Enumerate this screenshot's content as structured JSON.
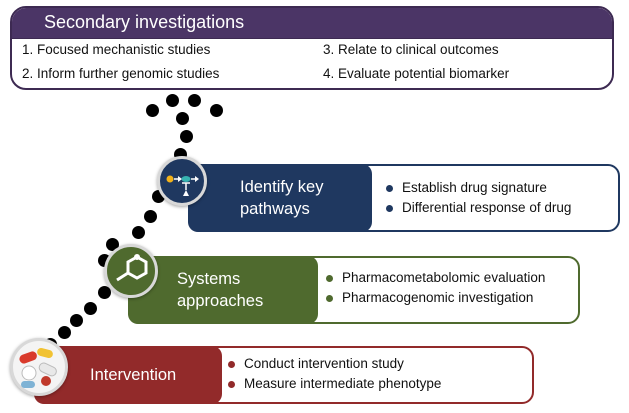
{
  "secondary": {
    "title": "Secondary investigations",
    "items": [
      "1.  Focused mechanistic studies",
      "2.  Inform further genomic studies",
      "3.  Relate to clinical outcomes",
      "4.  Evaluate potential biomarker"
    ]
  },
  "stages": {
    "pathways": {
      "title_line1": "Identify key",
      "title_line2": "pathways",
      "bullets": [
        "Establish drug signature",
        "Differential response of drug"
      ],
      "color": "#1f3860"
    },
    "systems": {
      "title_line1": "Systems",
      "title_line2": "approaches",
      "bullets": [
        "Pharmacometabolomic evaluation",
        "Pharmacogenomic investigation"
      ],
      "color": "#4f6a2e"
    },
    "intervention": {
      "title": "Intervention",
      "bullets": [
        "Conduct intervention study",
        "Measure intermediate phenotype"
      ],
      "color": "#922a2a"
    }
  },
  "icons": {
    "pathways": "pathway-network-icon",
    "systems": "molecule-icon",
    "intervention": "pills-icon"
  }
}
